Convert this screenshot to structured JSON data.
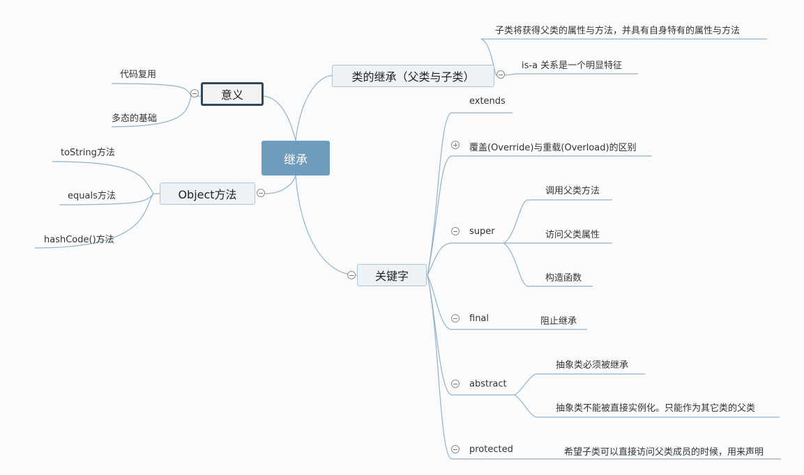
{
  "root": "继承",
  "main": {
    "meaning": "意义",
    "object_methods": "Object方法",
    "class_inheritance": "类的继承（父类与子类）",
    "keywords": "关键字"
  },
  "meaning_items": [
    "代码复用",
    "多态的基础"
  ],
  "object_items": [
    "toString方法",
    "equals方法",
    "hashCode()方法"
  ],
  "inheritance_items": [
    "子类将获得父类的属性与方法，并具有自身特有的属性与方法",
    "is-a 关系是一个明显特征"
  ],
  "keyword_items": {
    "extends": "extends",
    "override": "覆盖(Override)与重载(Overload)的区别",
    "super": "super",
    "final": "final",
    "abstract": "abstract",
    "protected": "protected"
  },
  "super_items": [
    "调用父类方法",
    "访问父类属性",
    "构造函数"
  ],
  "final_items": [
    "阻止继承"
  ],
  "abstract_items": [
    "抽象类必须被继承",
    "抽象类不能被直接实例化。只能作为其它类的父类"
  ],
  "protected_items": [
    "希望子类可以直接访问父类成员的时候，用来声明"
  ],
  "colors": {
    "root": "#6f9bbd",
    "line": "#8fb3cc"
  }
}
